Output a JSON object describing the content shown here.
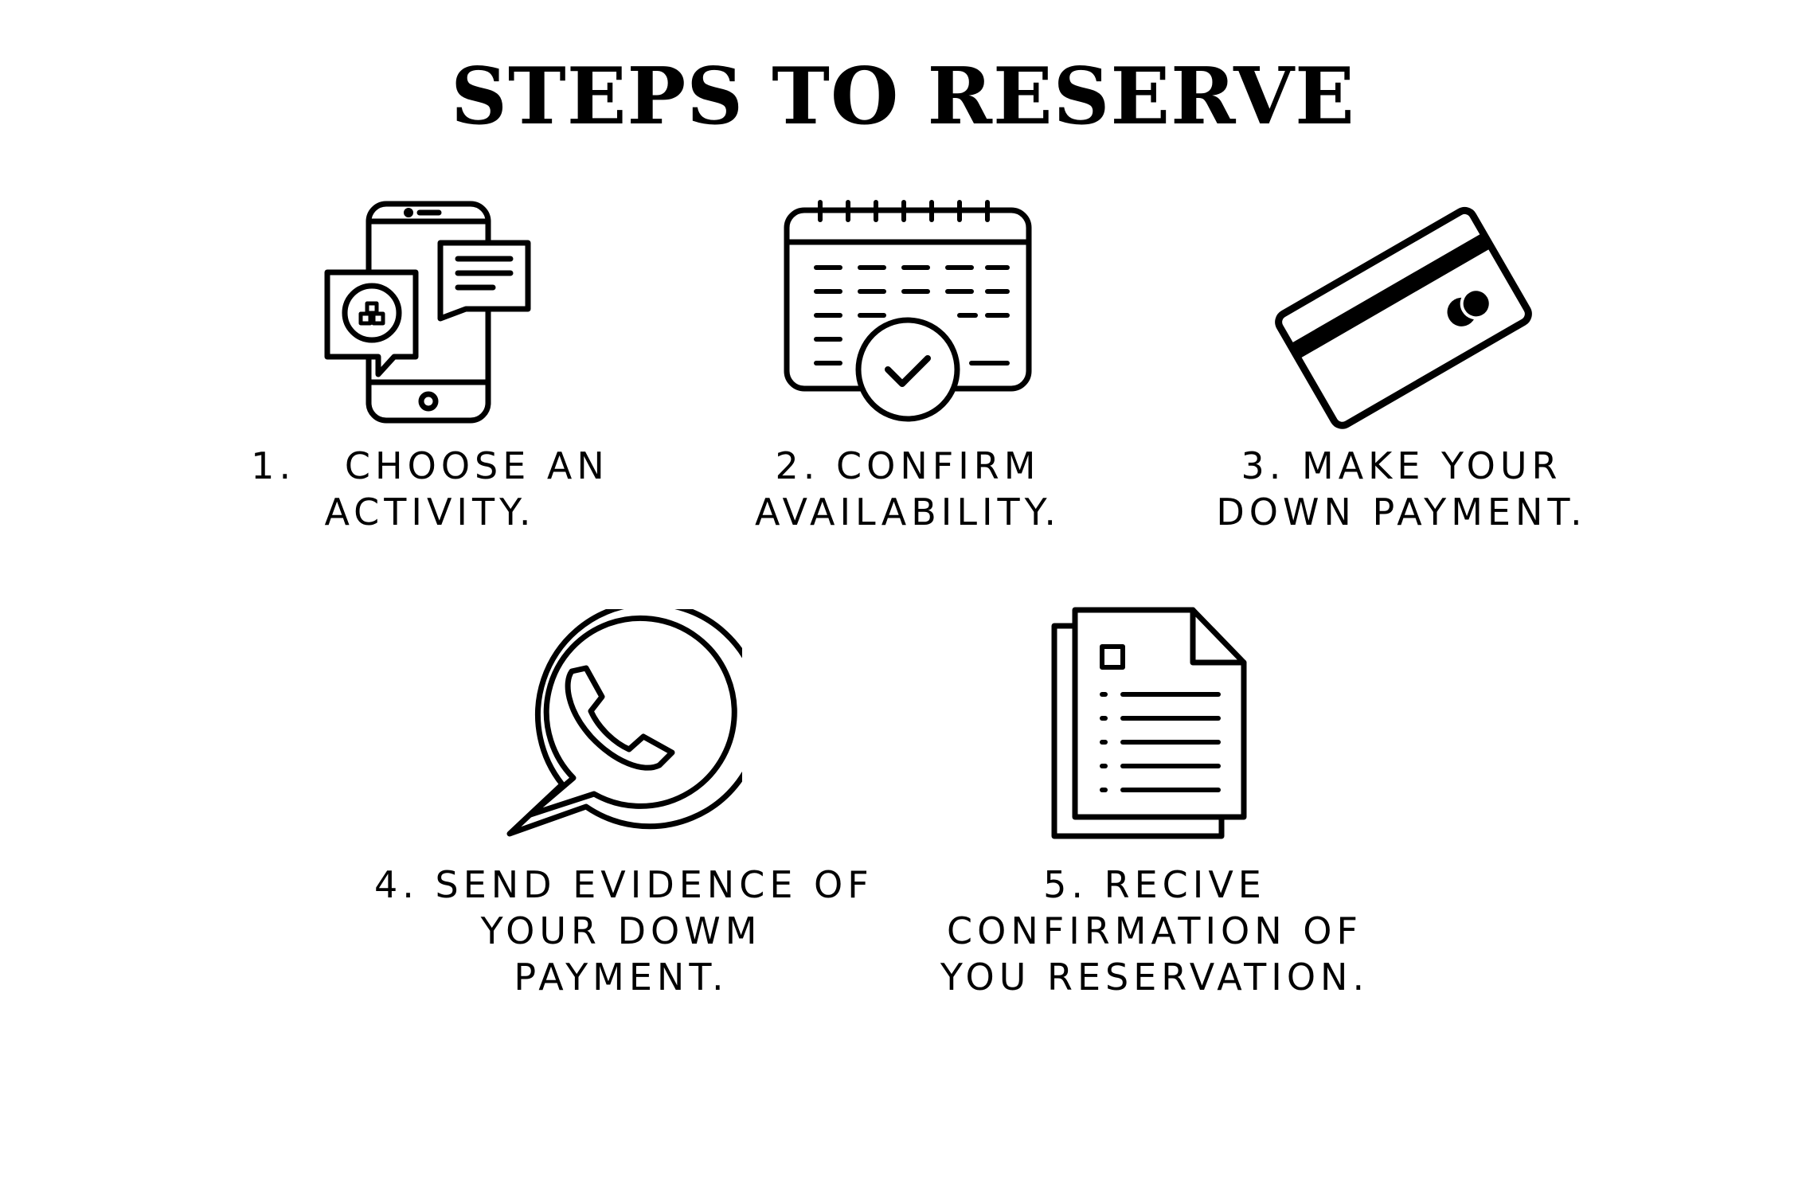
{
  "title": "STEPS TO RESERVE",
  "colors": {
    "ink": "#000000",
    "background": "#ffffff"
  },
  "steps": [
    {
      "icon": "smartphone-chat-icon",
      "lines": [
        "1.   CHOOSE AN",
        "ACTIVITY."
      ]
    },
    {
      "icon": "calendar-check-icon",
      "lines": [
        "2. CONFIRM",
        "AVAILABILITY."
      ]
    },
    {
      "icon": "credit-card-icon",
      "lines": [
        "3. MAKE YOUR",
        "DOWN PAYMENT."
      ]
    },
    {
      "icon": "whatsapp-phone-icon",
      "lines": [
        "4. SEND EVIDENCE OF",
        "YOUR DOWM",
        "PAYMENT."
      ]
    },
    {
      "icon": "document-stack-icon",
      "lines": [
        "5. RECIVE",
        "CONFIRMATION OF",
        "YOU RESERVATION."
      ]
    }
  ]
}
